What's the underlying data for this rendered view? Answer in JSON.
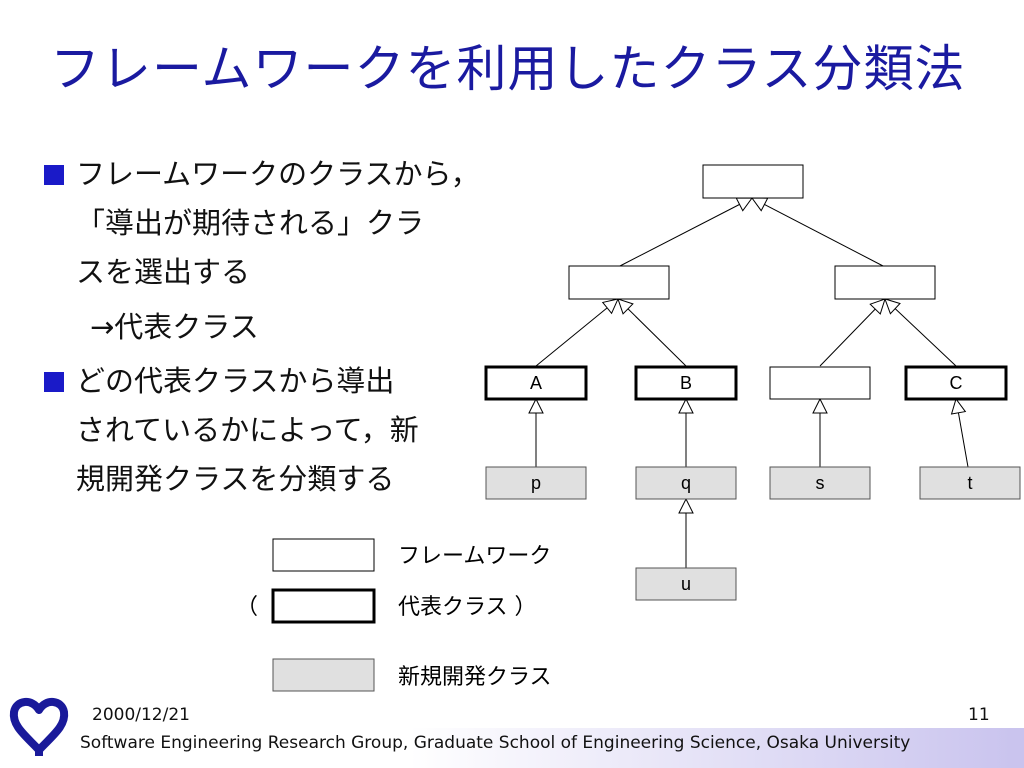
{
  "title": "フレームワークを利用したクラス分類法",
  "bullets": [
    {
      "lines": [
        "フレームワークのクラスから，",
        "「導出が期待される」クラ",
        "スを選出する"
      ]
    },
    {
      "lines": [
        "どの代表クラスから導出",
        "されているかによって，新",
        "規開発クラスを分類する"
      ]
    }
  ],
  "sub_point": "→代表クラス",
  "diagram": {
    "nodes": {
      "A": "A",
      "B": "B",
      "C": "C",
      "p": "p",
      "q": "q",
      "s": "s",
      "t": "t",
      "u": "u"
    },
    "legend": {
      "framework": "フレームワーク",
      "representative_open": "（",
      "representative": "代表クラス ）",
      "new_dev": "新規開発クラス"
    }
  },
  "colors": {
    "title": "#1a1aa0",
    "bullet_marker": "#1a1ac8",
    "new_class_fill": "#e0e0e0"
  },
  "footer": {
    "date": "2000/12/21",
    "page": "11",
    "affiliation": "Software Engineering Research Group, Graduate School of Engineering Science, Osaka University"
  }
}
